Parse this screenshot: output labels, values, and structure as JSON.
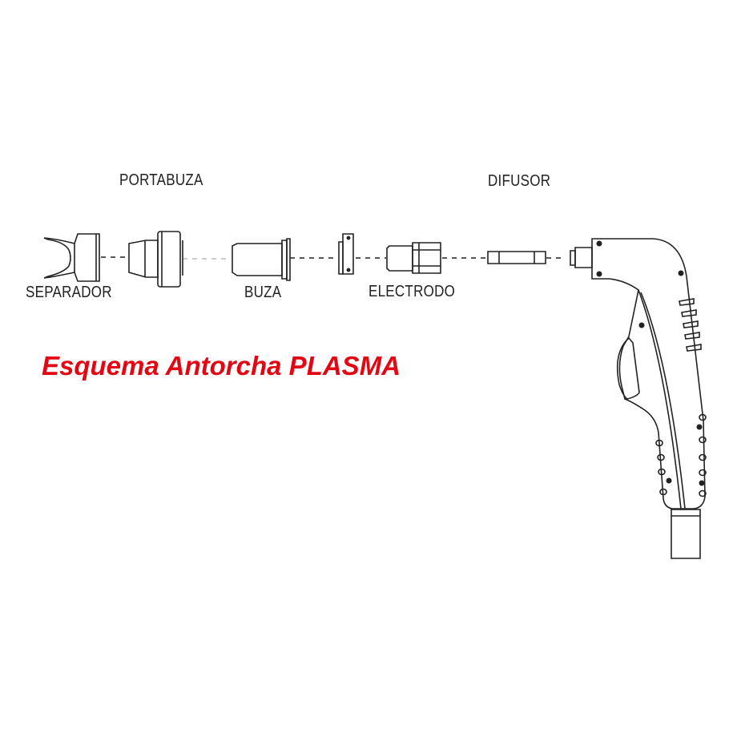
{
  "labels": {
    "portabuza": "PORTABUZA",
    "difusor": "DIFUSOR",
    "separador": "SEPARADOR",
    "buza": "BUZA",
    "electrodo": "ELECTRODO"
  },
  "title": "Esquema Antorcha PLASMA",
  "colors": {
    "title": "#e30613",
    "line": "#222222"
  }
}
